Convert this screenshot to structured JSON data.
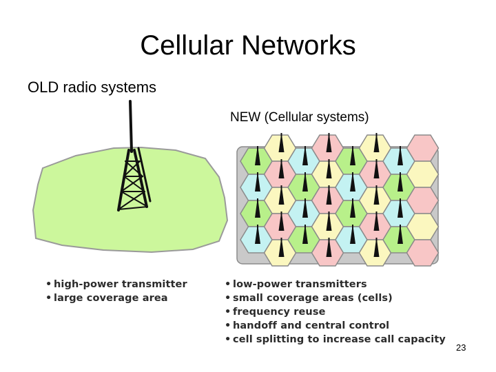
{
  "slide": {
    "title": "Cellular Networks",
    "number": "23"
  },
  "old_system": {
    "label": "OLD radio systems",
    "bullets": [
      "high-power transmitter",
      "large coverage area"
    ]
  },
  "new_system": {
    "label": "NEW (Cellular systems)",
    "bullets": [
      "low-power transmitters",
      "small coverage areas (cells)",
      "frequency reuse",
      "handoff and central control",
      "cell splitting to increase call capacity"
    ]
  },
  "colors": {
    "coverage_area": "#ccf79c",
    "cell_green": "#b8f08a",
    "cell_yellow": "#fbf7bf",
    "cell_cyan": "#c4f2f2",
    "cell_pink": "#f8c6c6",
    "cell_outline": "#8a8a8a"
  },
  "icons": [
    "transmission-tower-icon",
    "cell-antenna-icon"
  ]
}
